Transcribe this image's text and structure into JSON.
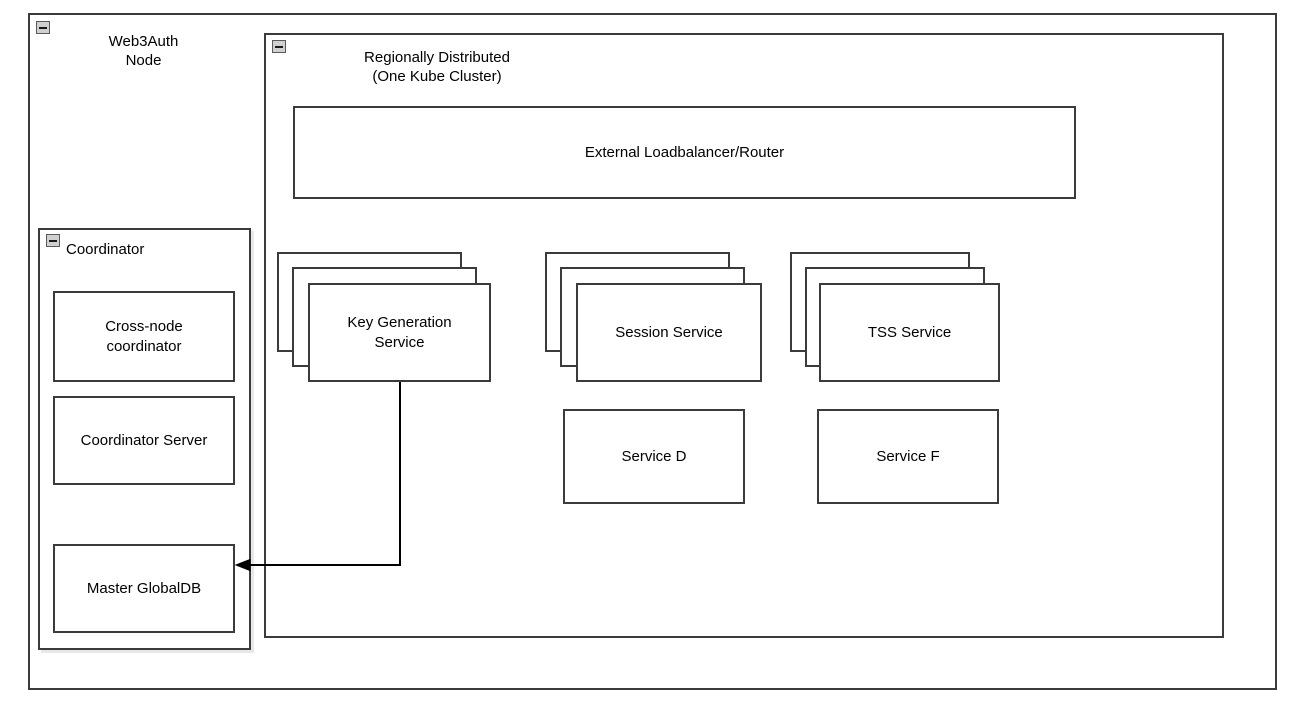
{
  "diagram": {
    "node_container": {
      "caption": "Web3Auth\nNode",
      "collapse_icon": "collapse-minus-icon"
    },
    "cluster_container": {
      "caption": "Regionally Distributed\n(One Kube Cluster)",
      "collapse_icon": "collapse-minus-icon"
    },
    "coordinator_container": {
      "caption": "Coordinator",
      "collapse_icon": "collapse-minus-icon",
      "children": [
        {
          "label": "Cross-node\ncoordinator"
        },
        {
          "label": "Coordinator Server"
        },
        {
          "label": "Master GlobalDB"
        }
      ]
    },
    "loadbalancer": {
      "label": "External Loadbalancer/Router"
    },
    "stacked_services": [
      {
        "label": "Key Generation\nService",
        "replicas": 3
      },
      {
        "label": "Session Service",
        "replicas": 3
      },
      {
        "label": "TSS Service",
        "replicas": 3
      }
    ],
    "single_services": [
      {
        "label": "Service D"
      },
      {
        "label": "Service F"
      }
    ],
    "connections": [
      {
        "name": "keygen-to-master-globaldb",
        "from": "Key Generation Service",
        "to": "Master GlobalDB",
        "arrowhead": "left"
      }
    ],
    "colors": {
      "stroke": "#3b3b3b",
      "fill": "#ffffff",
      "text": "#000000",
      "shadow": "#e8e8e8",
      "icon_fill": "#d0d0d0"
    }
  }
}
